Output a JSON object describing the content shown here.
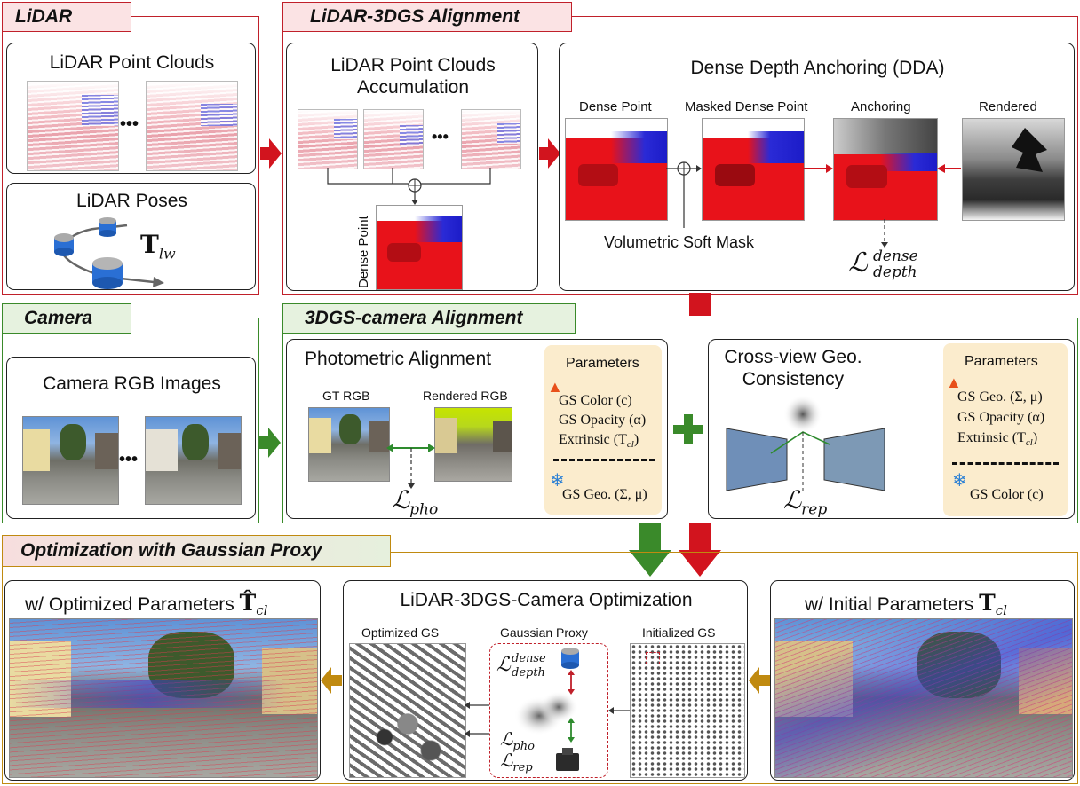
{
  "sections": {
    "lidar": "LiDAR",
    "lidar_3dgs": "LiDAR-3DGS Alignment",
    "camera": "Camera",
    "dgs_camera": "3DGS-camera Alignment",
    "optimization": "Optimization with Gaussian Proxy"
  },
  "lidar": {
    "point_clouds_title": "LiDAR Point Clouds",
    "poses_title": "LiDAR Poses",
    "pose_symbol": "T",
    "pose_sub": "lw",
    "ellipsis": "•••"
  },
  "accumulation": {
    "title_line1": "LiDAR Point Clouds",
    "title_line2": "Accumulation",
    "ellipsis": "•••",
    "dense_point_label": "Dense Point"
  },
  "dda": {
    "title": "Dense Depth Anchoring (DDA)",
    "dense_point": "Dense Point",
    "masked_dense_point": "Masked Dense Point",
    "anchoring": "Anchoring",
    "rendered": "Rendered",
    "soft_mask": "Volumetric Soft Mask",
    "loss_symbol": "ℒ",
    "loss_sup": "dense",
    "loss_sub": "depth"
  },
  "camera": {
    "title": "Camera RGB Images",
    "ellipsis": "•••"
  },
  "photometric": {
    "title": "Photometric Alignment",
    "gt": "GT RGB",
    "rendered": "Rendered RGB",
    "loss_symbol": "ℒ",
    "loss_sub": "pho",
    "params_title": "Parameters",
    "params_opt": [
      "GS Color (c)",
      "GS Opacity (α)",
      "Extrinsic (T"
    ],
    "extrinsic_sub": "cl",
    "params_frozen": [
      "GS Geo. (Σ, μ)"
    ]
  },
  "crossview": {
    "title_line1": "Cross-view Geo.",
    "title_line2": "Consistency",
    "loss_symbol": "ℒ",
    "loss_sub": "rep",
    "params_title": "Parameters",
    "params_opt": [
      "GS Geo. (Σ, μ)",
      "GS Opacity (α)",
      "Extrinsic (T"
    ],
    "extrinsic_sub": "cl",
    "params_frozen": [
      "GS Color (c)"
    ]
  },
  "opt": {
    "optimized_title": "w/ Optimized Parameters",
    "optimized_symbol": "T̂",
    "optimized_sub": "cl",
    "center_title": "LiDAR-3DGS-Camera Optimization",
    "optimized_gs": "Optimized GS",
    "gaussian_proxy": "Gaussian Proxy",
    "initialized_gs": "Initialized GS",
    "initial_title": "w/ Initial Parameters",
    "initial_symbol": "T",
    "initial_sub": "cl",
    "proxy_loss_depth_sup": "dense",
    "proxy_loss_depth_sub": "depth",
    "proxy_loss_pho": "pho",
    "proxy_loss_rep": "rep",
    "loss_symbol": "ℒ"
  },
  "colors": {
    "lidar_red": "#c0202a",
    "camera_green": "#3a8a2a",
    "opt_gold": "#c08a10",
    "lidar_tab_fill": "#fbe3e4",
    "camera_tab_fill": "#e6f2df",
    "param_fill": "#fbeccd"
  }
}
